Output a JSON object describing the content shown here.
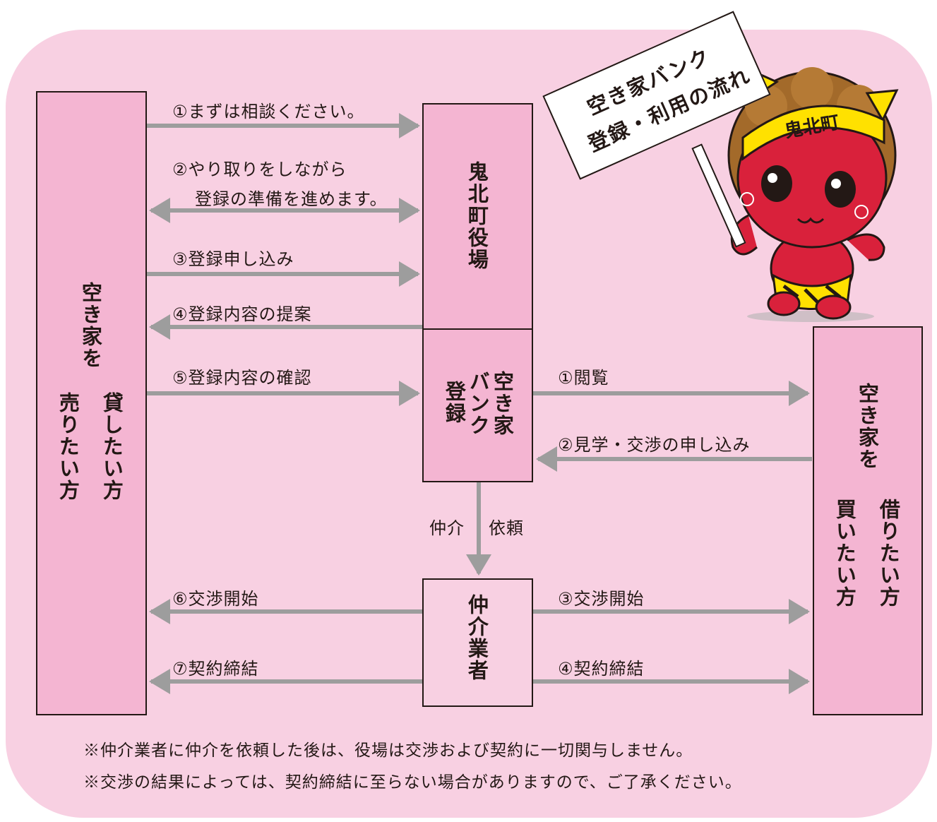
{
  "sign": {
    "line1": "空き家バンク",
    "line2": "登録・利用の流れ",
    "headband": "鬼北町"
  },
  "columns": {
    "left": {
      "line1": "空き家を",
      "line2a": "貸したい方",
      "line2b": "売りたい方"
    },
    "right": {
      "line1": "空き家を",
      "line2a": "借りたい方",
      "line2b": "買いたい方"
    }
  },
  "center": {
    "town_office": "鬼北町役場",
    "bank_line1": "空き家",
    "bank_line2": "バンク",
    "bank_line3": "登録",
    "broker": "仲介業者",
    "request_a": "仲介",
    "request_b": "依頼"
  },
  "left_steps": {
    "s1": "①まずは相談ください。",
    "s2a": "②やり取りをしながら",
    "s2b": "登録の準備を進めます。",
    "s3": "③登録申し込み",
    "s4": "④登録内容の提案",
    "s5": "⑤登録内容の確認",
    "s6": "⑥交渉開始",
    "s7": "⑦契約締結"
  },
  "right_steps": {
    "r1": "①閲覧",
    "r2": "②見学・交渉の申し込み",
    "r3": "③交渉開始",
    "r4": "④契約締結"
  },
  "notes": {
    "n1": "※仲介業者に仲介を依頼した後は、役場は交渉および契約に一切関与しません。",
    "n2": "※交渉の結果によっては、契約締結に至らない場合がありますので、ご了承ください。"
  },
  "colors": {
    "panel": "#f8d0e2",
    "box": "#f4b5d2",
    "arrow": "#9d9d9d",
    "mascot_skin": "#d9213b",
    "headband": "#ffe100"
  }
}
